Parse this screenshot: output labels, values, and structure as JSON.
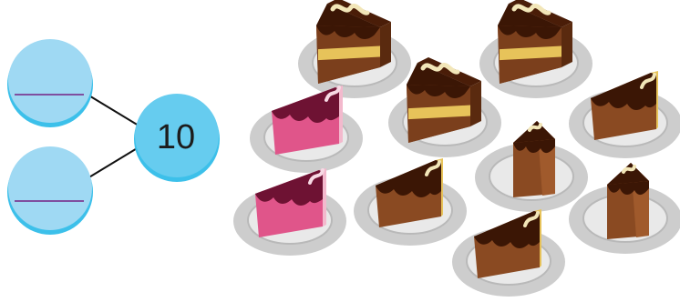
{
  "number_bond": {
    "total": "10",
    "parts": [
      "",
      ""
    ],
    "colors": {
      "circle_fill": "#9fd9f3",
      "circle_shadow": "#3cc0ea",
      "total_fill": "#66ccef",
      "line": "#7f4f9f",
      "connector": "#111111"
    }
  },
  "cakes": {
    "chocolate_count": 8,
    "strawberry_count": 2,
    "total_count": 10,
    "colors": {
      "plate": "#cfcfcf",
      "plate_rim": "#e4e4e4",
      "chocolate_icing": "#3b1605",
      "chocolate_body": "#8a4a22",
      "cream": "#e7c35a",
      "strawberry_icing": "#6e1233",
      "strawberry_body": "#e0558a"
    }
  }
}
